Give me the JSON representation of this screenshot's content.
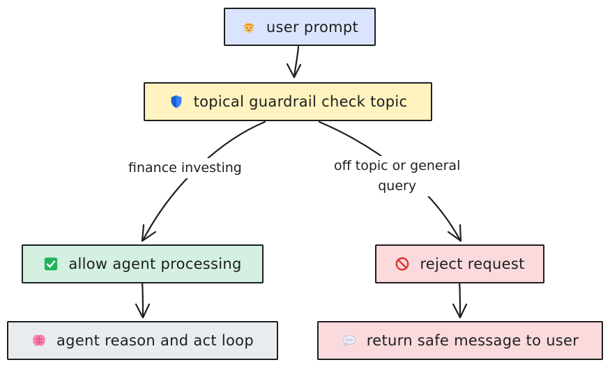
{
  "nodes": {
    "user_prompt": {
      "label": "user prompt",
      "icon": "person-icon",
      "fill": "#dbe4ff"
    },
    "guardrail": {
      "label": "topical guardrail check topic",
      "icon": "shield-icon",
      "fill": "#fff3bf"
    },
    "allow": {
      "label": "allow agent processing",
      "icon": "check-icon",
      "fill": "#d3f0e0"
    },
    "reject": {
      "label": "reject request",
      "icon": "prohibited-icon",
      "fill": "#fadadd"
    },
    "agent_loop": {
      "label": "agent reason and act loop",
      "icon": "brain-icon",
      "fill": "#e9ecef"
    },
    "safe_message": {
      "label": "return safe message to user",
      "icon": "speech-bubble-icon",
      "fill": "#fadadd"
    }
  },
  "edges": {
    "finance_label": "finance investing",
    "offtopic_label_line1": "off topic or general",
    "offtopic_label_line2": "query"
  },
  "colors": {
    "stroke": "#1e1e1e",
    "shield": "#3b82f6",
    "check": "#22b35e",
    "prohibited": "#e03131",
    "brain": "#e64980",
    "face": "#f7c873",
    "hair": "#f08c00"
  }
}
